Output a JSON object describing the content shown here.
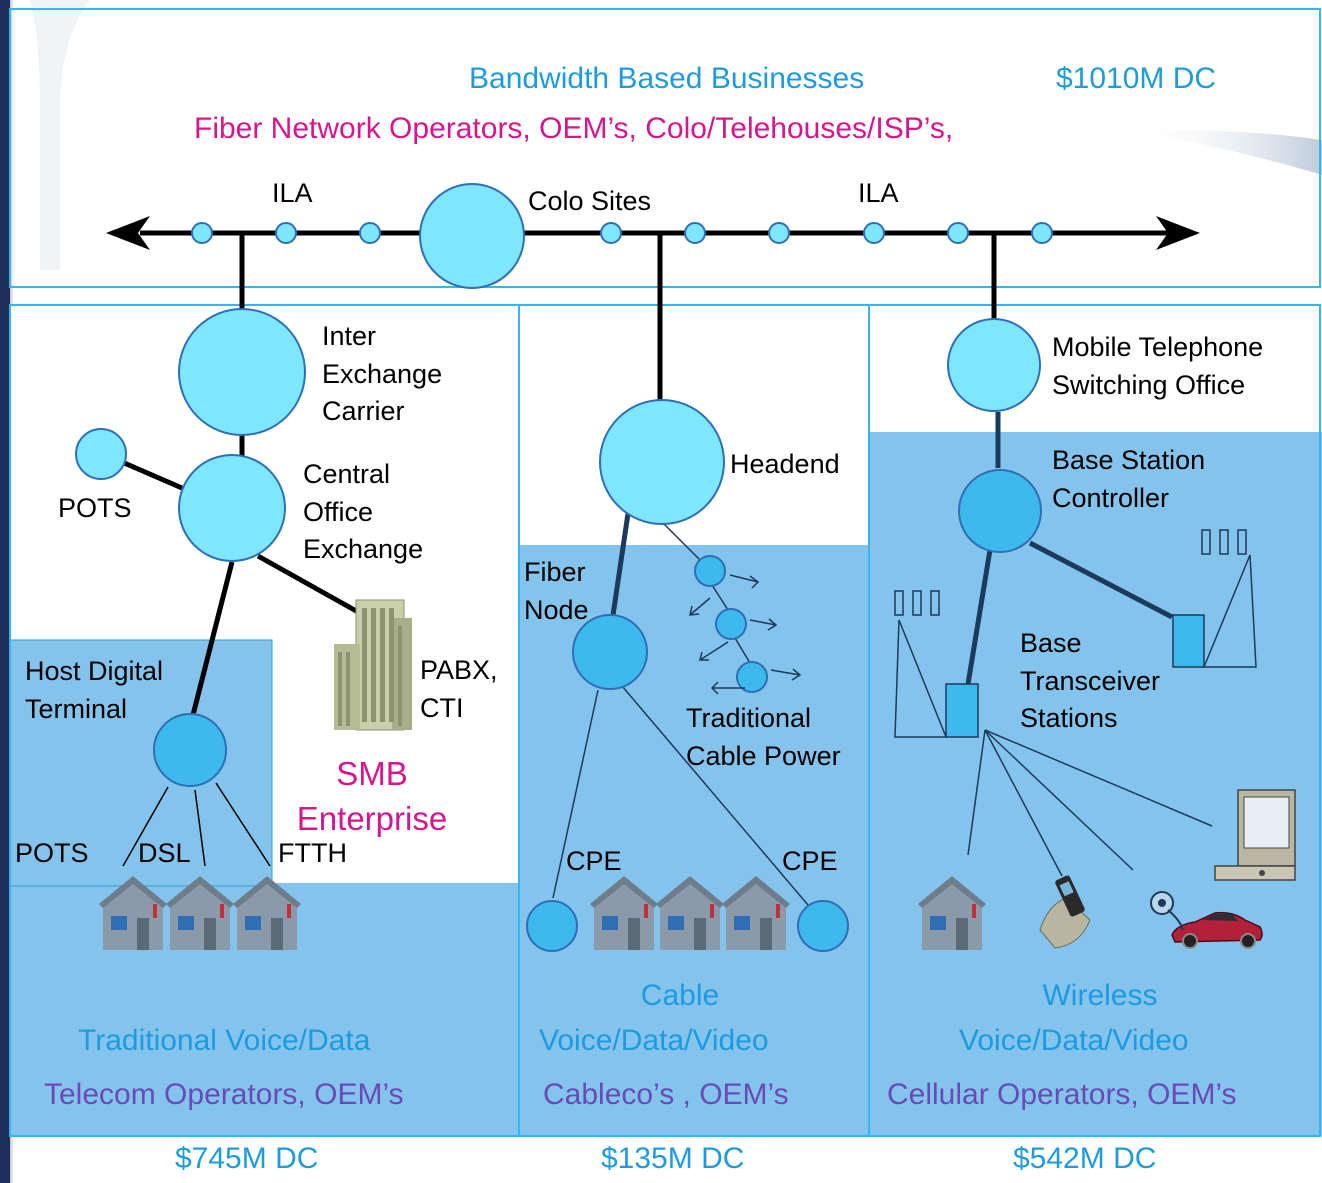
{
  "header": {
    "title": "Bandwidth Based Businesses",
    "title_value": "$1010M DC",
    "subtitle": "Fiber Network Operators, OEM’s, Colo/Telehouses/ISP’s,"
  },
  "backbone": {
    "ila_left": "ILA",
    "colo": "Colo Sites",
    "ila_right": "ILA"
  },
  "telecom": {
    "iec": "Inter\nExchange\nCarrier",
    "co": "Central\nOffice\nExchange",
    "pots_top": "POTS",
    "hdt": "Host Digital\nTerminal",
    "pabx": "PABX,\nCTI",
    "smb": "SMB\nEnterprise",
    "pots": "POTS",
    "dsl": "DSL",
    "ftth": "FTTH",
    "segment": "Traditional Voice/Data",
    "operators": "Telecom Operators, OEM’s",
    "value": "$745M DC"
  },
  "cable": {
    "headend": "Headend",
    "fiber_node": "Fiber\nNode",
    "power": "Traditional\nCable Power",
    "cpe_left": "CPE",
    "cpe_right": "CPE",
    "segment_1": "Cable",
    "segment_2": "Voice/Data/Video",
    "operators": "Cableco’s , OEM’s",
    "value": "$135M DC"
  },
  "wireless": {
    "mtso": "Mobile Telephone\nSwitching Office",
    "bsc": "Base Station\nController",
    "bts": "Base\nTransceiver\nStations",
    "segment_1": "Wireless",
    "segment_2": "Voice/Data/Video",
    "operators": "Cellular Operators, OEM’s",
    "value": "$542M DC"
  },
  "colors": {
    "accent_blue": "#1e9be0",
    "pink": "#d6168c",
    "purple": "#6a4ab7",
    "node_light": "#7ee6fd",
    "node_dark": "#3eb9ee",
    "panel": "#84c4ec"
  }
}
